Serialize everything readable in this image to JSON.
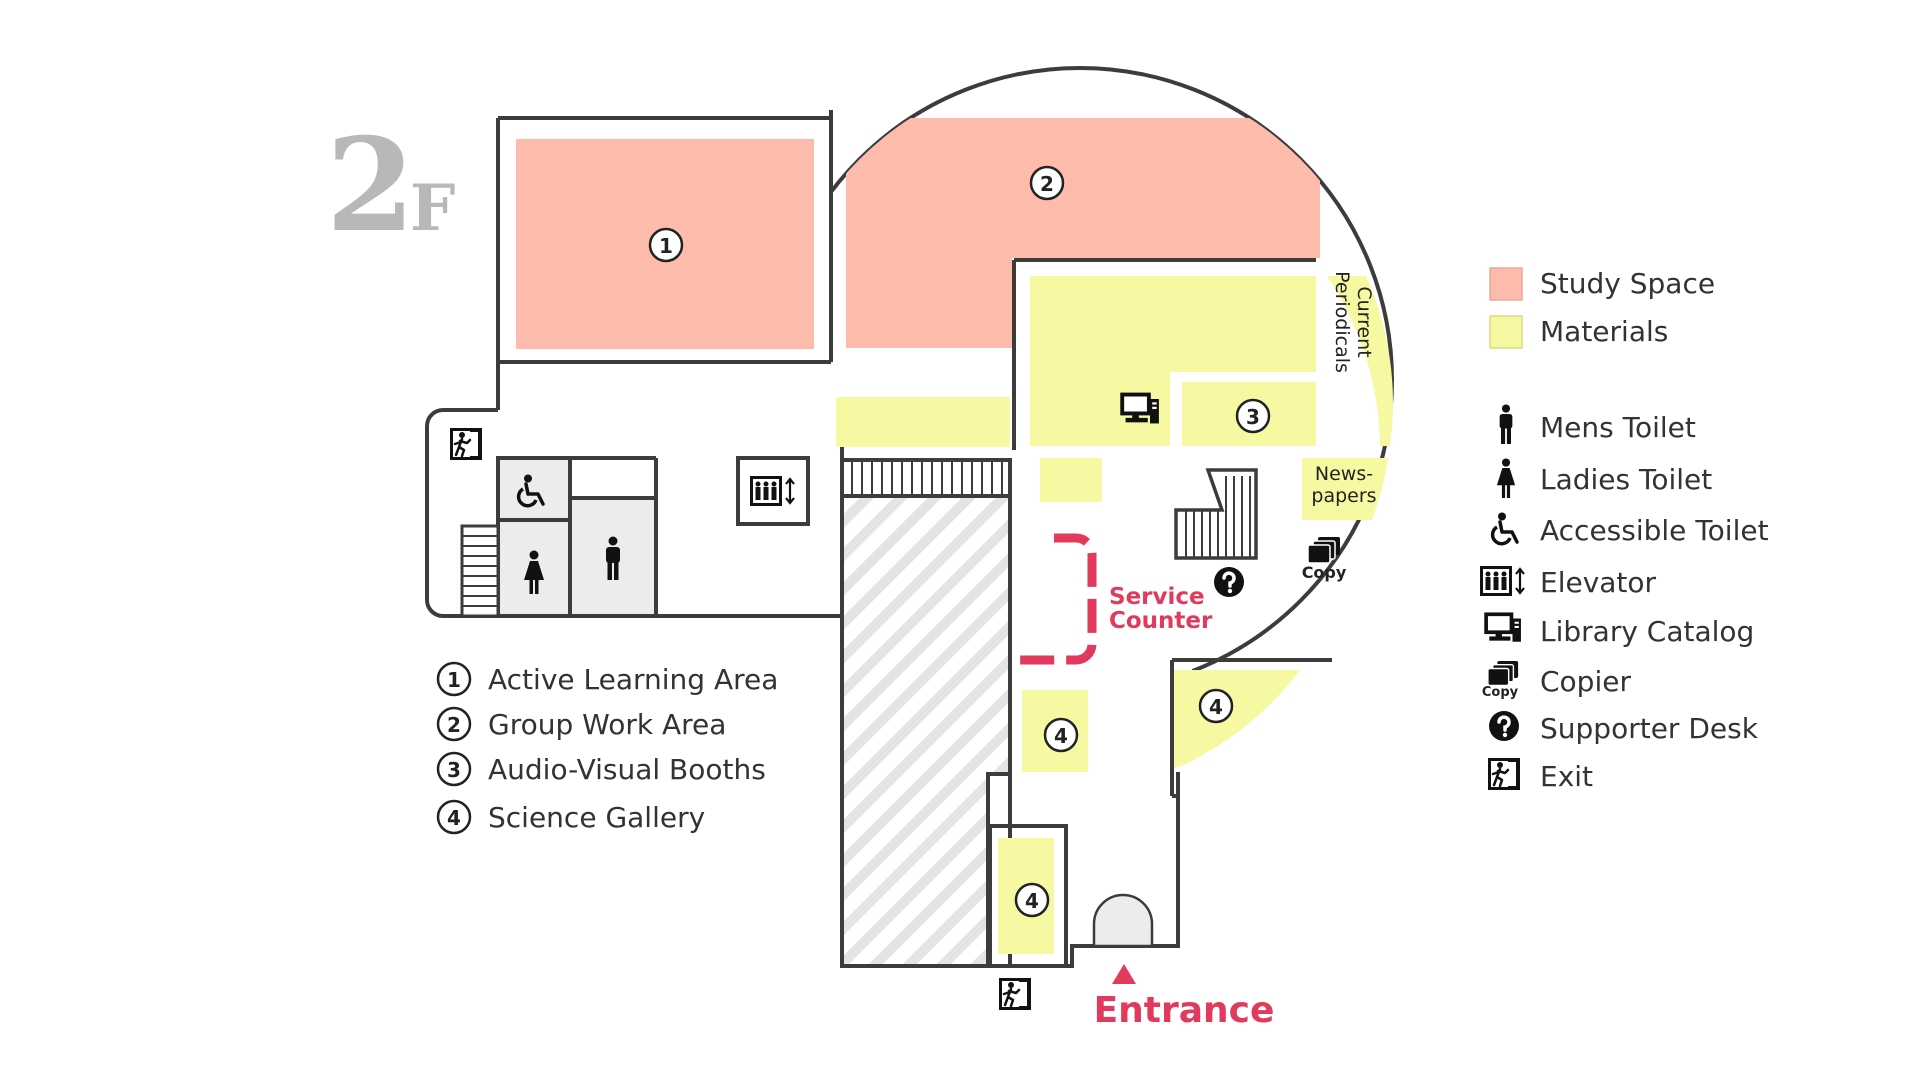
{
  "floor": {
    "number": "2",
    "suffix": "F"
  },
  "colors": {
    "study_space": "#fdbcab",
    "materials": "#f6f9a1",
    "accent_red": "#e23a5c",
    "wall": "#3c3c3c",
    "floor_label": "#b8b8b8"
  },
  "map_labels": {
    "service_counter_line1": "Service",
    "service_counter_line2": "Counter",
    "current_periodicals_line1": "Current",
    "current_periodicals_line2": "Periodicals",
    "newspapers_line1": "News-",
    "newspapers_line2": "papers",
    "copy": "Copy",
    "entrance": "Entrance"
  },
  "area_markers": {
    "m1": "1",
    "m2": "2",
    "m3": "3",
    "m4a": "4",
    "m4b": "4",
    "m4c": "4"
  },
  "numbered_legend": [
    {
      "num": "1",
      "label": "Active Learning Area"
    },
    {
      "num": "2",
      "label": "Group Work Area"
    },
    {
      "num": "3",
      "label": "Audio-Visual Booths"
    },
    {
      "num": "4",
      "label": "Science Gallery"
    }
  ],
  "color_legend": [
    {
      "label": "Study Space"
    },
    {
      "label": "Materials"
    }
  ],
  "icon_legend": [
    {
      "icon": "mens-toilet-icon",
      "label": "Mens Toilet"
    },
    {
      "icon": "ladies-toilet-icon",
      "label": "Ladies Toilet"
    },
    {
      "icon": "accessible-toilet-icon",
      "label": "Accessible Toilet"
    },
    {
      "icon": "elevator-icon",
      "label": "Elevator"
    },
    {
      "icon": "library-catalog-icon",
      "label": "Library Catalog"
    },
    {
      "icon": "copier-icon",
      "label": "Copier"
    },
    {
      "icon": "supporter-desk-icon",
      "label": "Supporter Desk"
    },
    {
      "icon": "exit-icon",
      "label": "Exit"
    }
  ]
}
